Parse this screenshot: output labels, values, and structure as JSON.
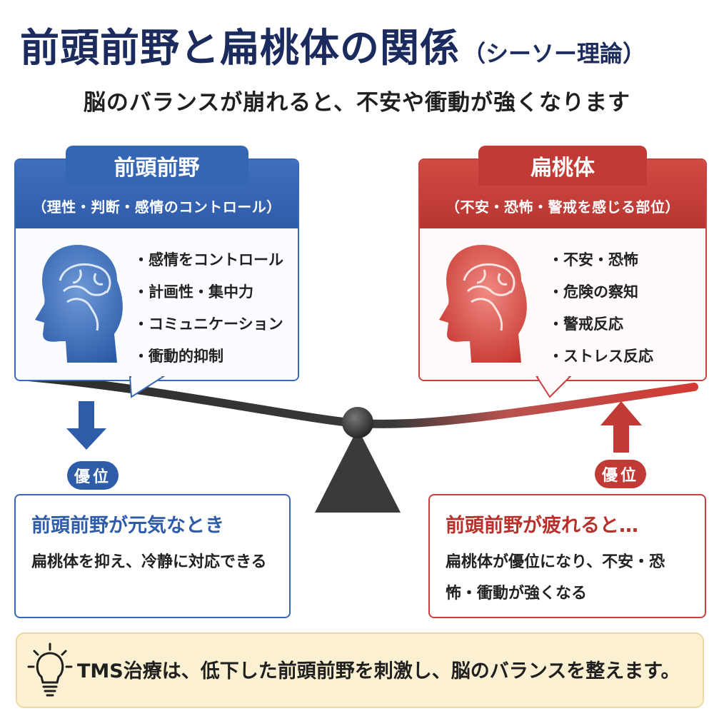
{
  "title": {
    "main": "前頭前野と扁桃体の関係",
    "sub": "（シーソー理論）"
  },
  "subtitle": "脳のバランスが崩れると、不安や衝動が強くなります",
  "left_panel": {
    "name": "前頭前野",
    "role": "（理性・判断・感情のコントロール）",
    "features": [
      "感情をコントロール",
      "計画性・集中力",
      "コミュニケーション",
      "衝動的抑制"
    ],
    "icon": "brain-head-icon",
    "color": "#3466b4"
  },
  "right_panel": {
    "name": "扁桃体",
    "role": "（不安・恐怖・警戒を感じる部位）",
    "features": [
      "不安・恐怖",
      "危険の察知",
      "警戒反応",
      "ストレス反応"
    ],
    "icon": "brain-head-icon",
    "color": "#c13a35"
  },
  "left_badge": "優位",
  "right_badge": "優位",
  "left_box": {
    "title": "前頭前野が元気なとき",
    "text": "扁桃体を抑え、冷静に対応できる"
  },
  "right_box": {
    "title": "前頭前野が疲れると…",
    "text": "扁桃体が優位になり、不安・恐怖・衝動が強くなる"
  },
  "note": {
    "icon": "lightbulb-icon",
    "text": "TMS治療は、低下した前頭前野を刺激し、脳のバランスを整えます。"
  }
}
